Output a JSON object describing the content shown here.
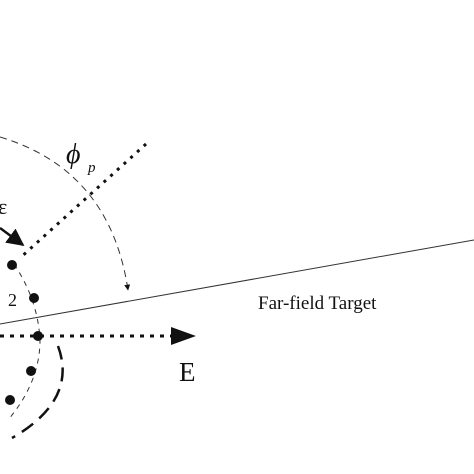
{
  "labels": {
    "phi_symbol": "ϕ",
    "phi_subscript": "p",
    "element_number": "2",
    "target": "Far-field Target",
    "direction": "E",
    "partial_glyph": "ε"
  },
  "colors": {
    "ink": "#111111",
    "background": "#ffffff"
  }
}
